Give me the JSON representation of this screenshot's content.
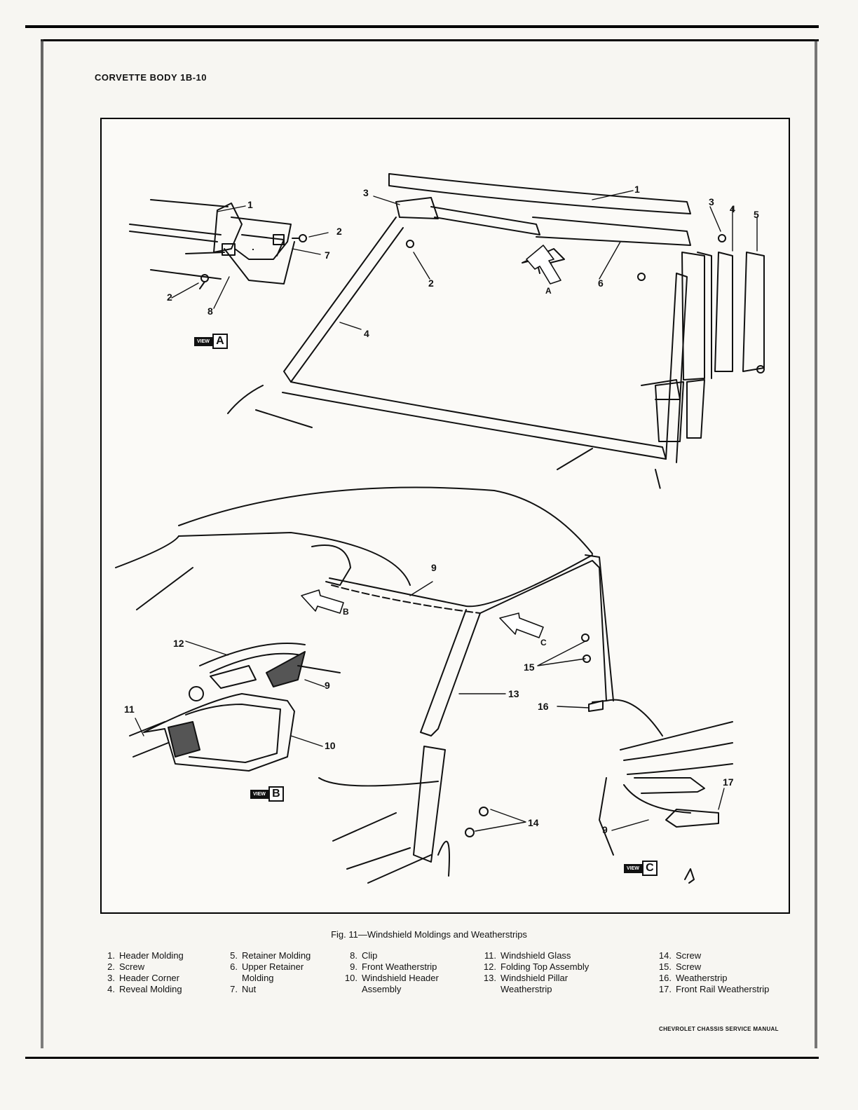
{
  "header": {
    "title": "CORVETTE BODY 1B-10"
  },
  "figure": {
    "caption": "Fig. 11—Windshield Moldings and Weatherstrips",
    "view_label": "VIEW",
    "views": [
      "A",
      "B",
      "C"
    ],
    "callouts": [
      "1",
      "2",
      "3",
      "4",
      "5",
      "6",
      "7",
      "8",
      "9",
      "10",
      "11",
      "12",
      "13",
      "14",
      "15",
      "16",
      "17"
    ]
  },
  "legend": [
    [
      {
        "num": "1.",
        "text": "Header Molding"
      },
      {
        "num": "2.",
        "text": "Screw"
      },
      {
        "num": "3.",
        "text": "Header Corner"
      },
      {
        "num": "4.",
        "text": "Reveal Molding"
      }
    ],
    [
      {
        "num": "5.",
        "text": "Retainer Molding"
      },
      {
        "num": "6.",
        "text": "Upper Retainer"
      },
      {
        "num": "",
        "text": "Molding"
      },
      {
        "num": "7.",
        "text": "Nut"
      }
    ],
    [
      {
        "num": "8.",
        "text": "Clip"
      },
      {
        "num": "9.",
        "text": "Front Weatherstrip"
      },
      {
        "num": "10.",
        "text": "Windshield Header"
      },
      {
        "num": "",
        "text": "Assembly"
      }
    ],
    [
      {
        "num": "11.",
        "text": "Windshield Glass"
      },
      {
        "num": "12.",
        "text": "Folding Top Assembly"
      },
      {
        "num": "13.",
        "text": "Windshield Pillar"
      },
      {
        "num": "",
        "text": "Weatherstrip"
      }
    ],
    [
      {
        "num": "14.",
        "text": "Screw"
      },
      {
        "num": "15.",
        "text": "Screw"
      },
      {
        "num": "16.",
        "text": "Weatherstrip"
      },
      {
        "num": "17.",
        "text": "Front Rail Weatherstrip"
      }
    ]
  ],
  "footer": {
    "text": "CHEVROLET CHASSIS SERVICE MANUAL"
  }
}
